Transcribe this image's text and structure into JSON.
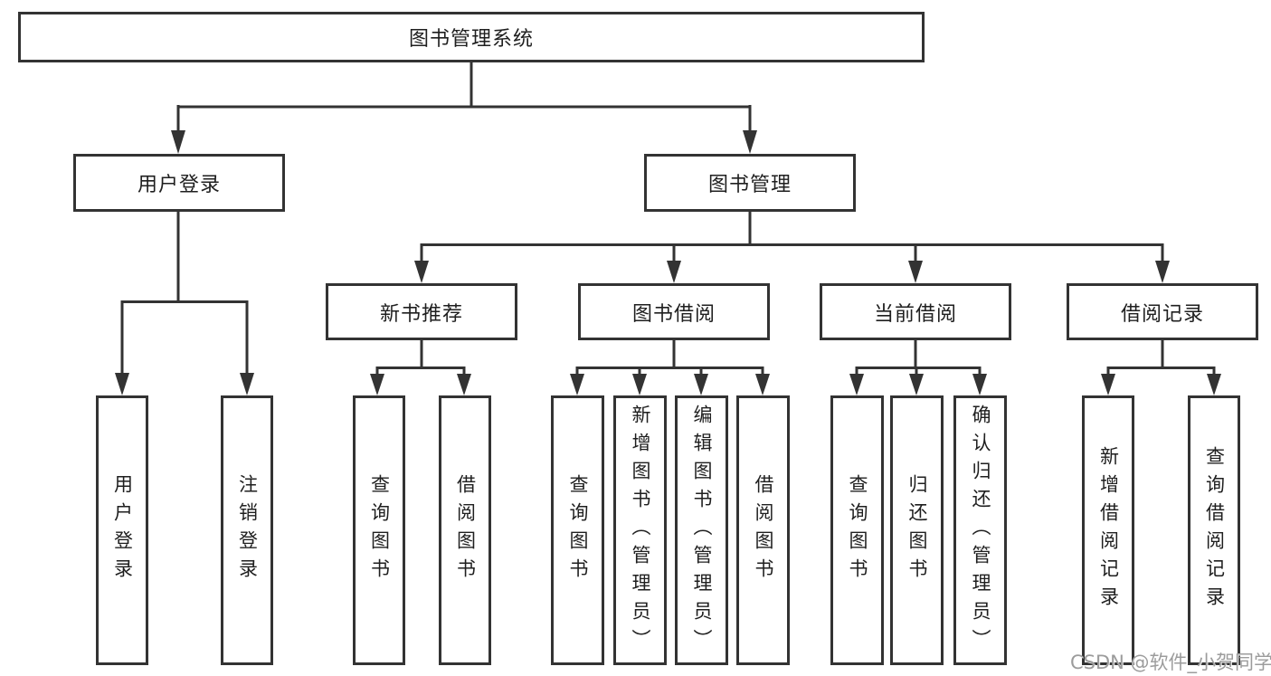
{
  "diagram": {
    "root": "图书管理系统",
    "branches": [
      {
        "label": "用户登录",
        "children": [
          "用户登录",
          "注销登录"
        ]
      },
      {
        "label": "图书管理",
        "groups": [
          {
            "label": "新书推荐",
            "children": [
              "查询图书",
              "借阅图书"
            ]
          },
          {
            "label": "图书借阅",
            "children": [
              "查询图书",
              "新增图书（管理员）",
              "编辑图书（管理员）",
              "借阅图书"
            ]
          },
          {
            "label": "当前借阅",
            "children": [
              "查询图书",
              "归还图书",
              "确认归还（管理员）"
            ]
          },
          {
            "label": "借阅记录",
            "children": [
              "新增借阅记录",
              "查询借阅记录"
            ]
          }
        ]
      }
    ],
    "watermark": "CSDN @软件_小贺同学",
    "colors": {
      "line": "#333333",
      "text": "#1f1f1f",
      "watermark": "#9c9c9c",
      "background": "#ffffff"
    }
  }
}
